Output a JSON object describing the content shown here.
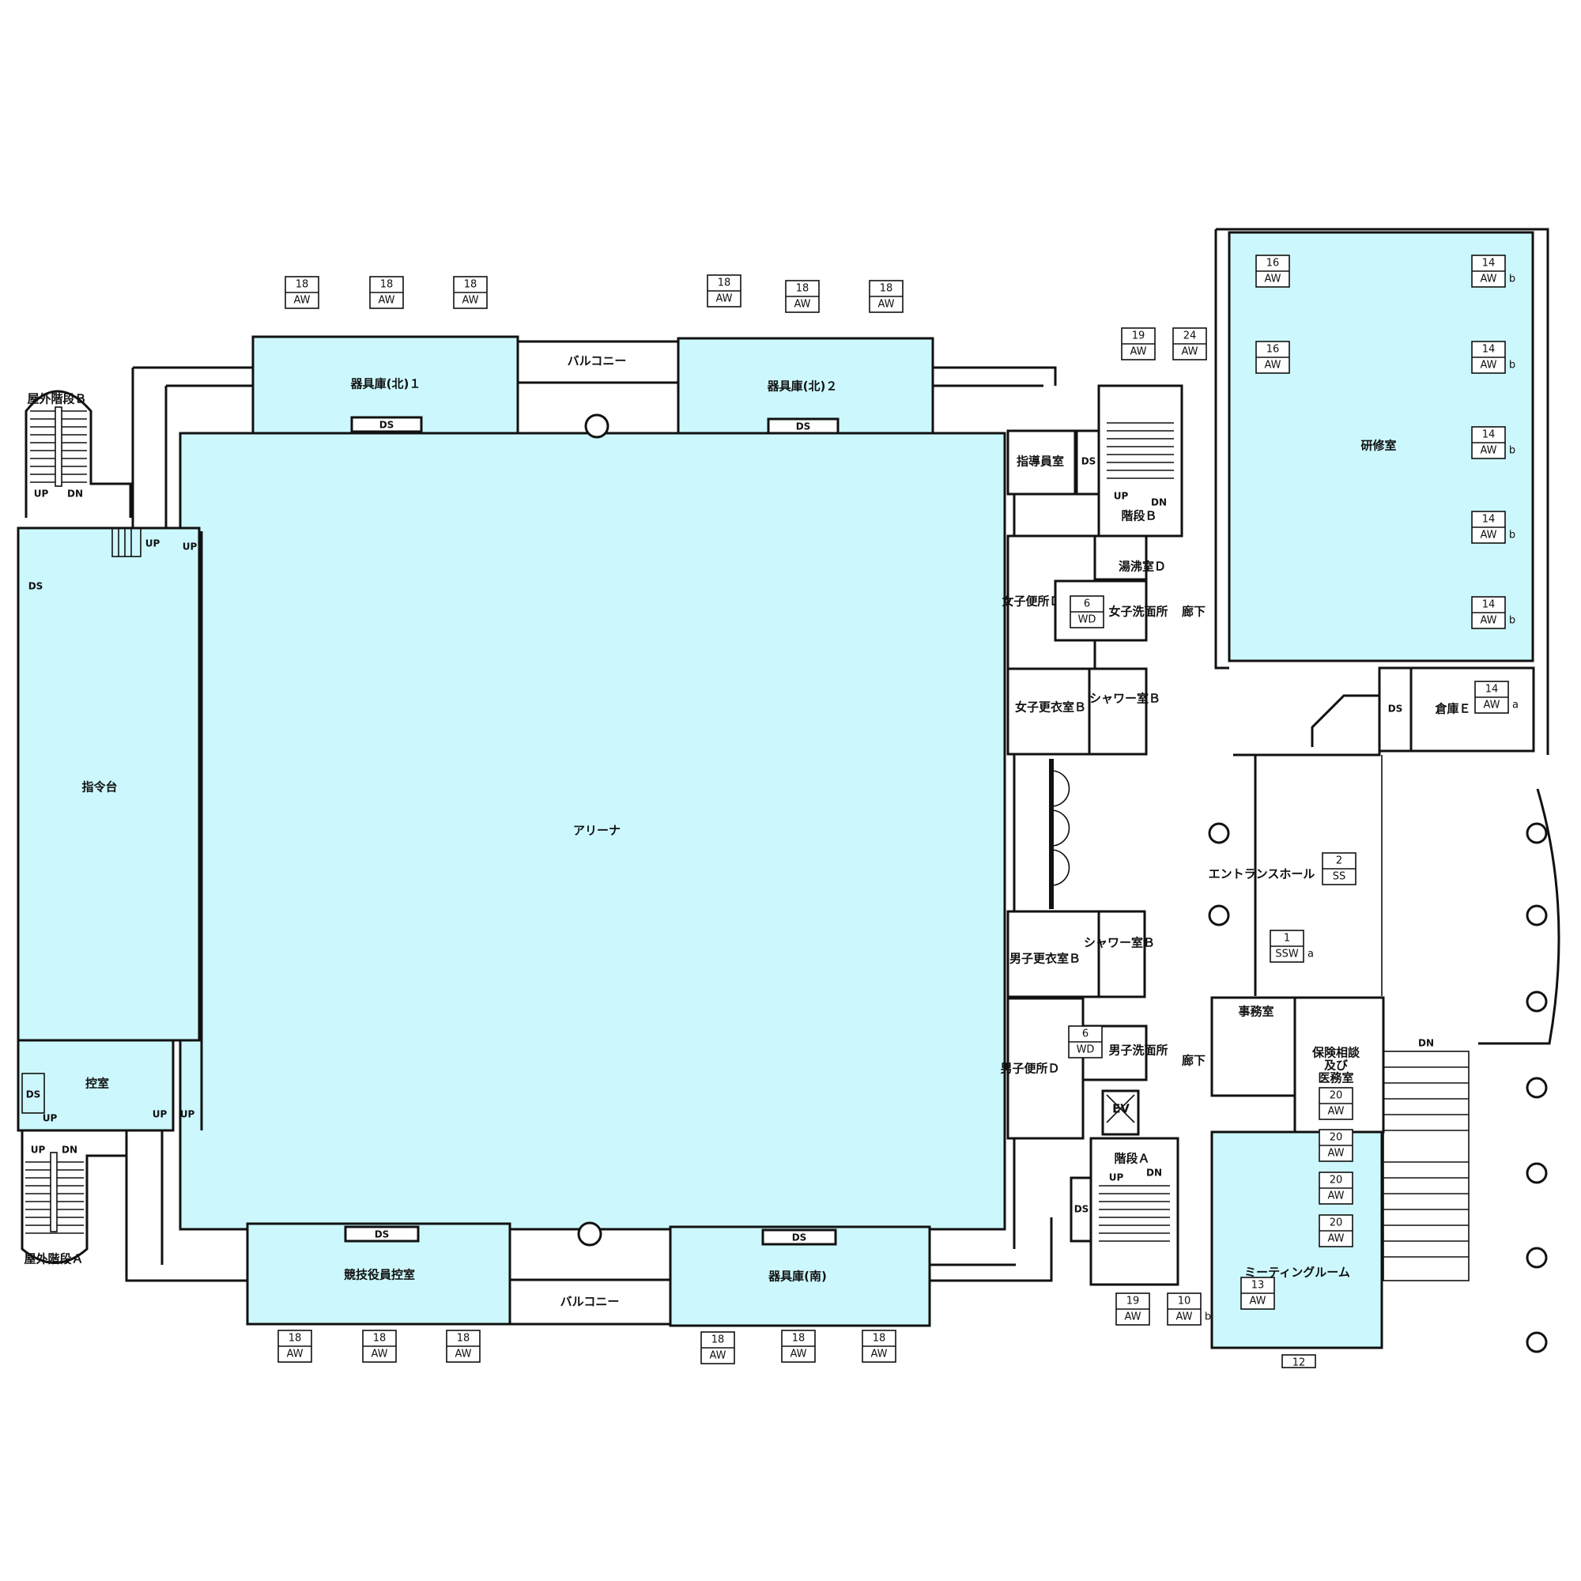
{
  "colors": {
    "room_fill": "#ccf8fd",
    "wall": "#111111",
    "background": "#ffffff"
  },
  "rooms": {
    "arena": "アリーナ",
    "command_stand": "指令台",
    "waiting_room": "控室",
    "equip_north_1": "器具庫(北)１",
    "equip_north_2": "器具庫(北)２",
    "balcony_north": "バルコニー",
    "balcony_south": "バルコニー",
    "officials_room": "競技役員控室",
    "equip_south": "器具庫(南)",
    "training_room": "研修室",
    "instructor_room": "指導員室",
    "stairs_b": "階段Ｂ",
    "kitchenette_d": "湯沸室Ｄ",
    "womens_toilet_d": "女子便所Ｄ",
    "womens_washroom": "女子洗面所",
    "corridor_1": "廊下",
    "womens_locker_b": "女子更衣室Ｂ",
    "shower_b_1": "シャワー室Ｂ",
    "mens_locker_b": "男子更衣室Ｂ",
    "shower_b_2": "シャワー室Ｂ",
    "entrance_hall": "エントランスホール",
    "mens_toilet_d": "男子便所Ｄ",
    "mens_washroom": "男子洗面所",
    "corridor_2": "廊下",
    "office": "事務室",
    "insurance_line1": "保険相談",
    "insurance_line2": "及び",
    "insurance_line3": "医務室",
    "elevator": "EV",
    "stairs_a": "階段Ａ",
    "meeting_room": "ミーティングルーム",
    "storage_e": "倉庫Ｅ",
    "outdoor_stairs_b": "屋外階段Ｂ",
    "outdoor_stairs_a": "屋外階段Ａ"
  },
  "marks": {
    "ds": "DS",
    "up": "UP",
    "dn": "DN"
  },
  "tags": [
    {
      "num": "18",
      "code": "AW",
      "suffix": ""
    },
    {
      "num": "18",
      "code": "AW",
      "suffix": ""
    },
    {
      "num": "18",
      "code": "AW",
      "suffix": ""
    },
    {
      "num": "18",
      "code": "AW",
      "suffix": ""
    },
    {
      "num": "18",
      "code": "AW",
      "suffix": ""
    },
    {
      "num": "18",
      "code": "AW",
      "suffix": ""
    },
    {
      "num": "18",
      "code": "AW",
      "suffix": ""
    },
    {
      "num": "18",
      "code": "AW",
      "suffix": ""
    },
    {
      "num": "18",
      "code": "AW",
      "suffix": ""
    },
    {
      "num": "18",
      "code": "AW",
      "suffix": ""
    },
    {
      "num": "18",
      "code": "AW",
      "suffix": ""
    },
    {
      "num": "18",
      "code": "AW",
      "suffix": ""
    },
    {
      "num": "19",
      "code": "AW",
      "suffix": ""
    },
    {
      "num": "24",
      "code": "AW",
      "suffix": ""
    },
    {
      "num": "16",
      "code": "AW",
      "suffix": ""
    },
    {
      "num": "16",
      "code": "AW",
      "suffix": ""
    },
    {
      "num": "14",
      "code": "AW",
      "suffix": "b"
    },
    {
      "num": "14",
      "code": "AW",
      "suffix": "b"
    },
    {
      "num": "14",
      "code": "AW",
      "suffix": "b"
    },
    {
      "num": "14",
      "code": "AW",
      "suffix": "b"
    },
    {
      "num": "14",
      "code": "AW",
      "suffix": "b"
    },
    {
      "num": "14",
      "code": "AW",
      "suffix": "a"
    },
    {
      "num": "2",
      "code": "SS",
      "suffix": ""
    },
    {
      "num": "1",
      "code": "SSW",
      "suffix": "a"
    },
    {
      "num": "20",
      "code": "AW",
      "suffix": ""
    },
    {
      "num": "20",
      "code": "AW",
      "suffix": ""
    },
    {
      "num": "20",
      "code": "AW",
      "suffix": ""
    },
    {
      "num": "20",
      "code": "AW",
      "suffix": ""
    },
    {
      "num": "13",
      "code": "AW",
      "suffix": ""
    },
    {
      "num": "19",
      "code": "AW",
      "suffix": ""
    },
    {
      "num": "10",
      "code": "AW",
      "suffix": "b"
    },
    {
      "num": "6",
      "code": "WD",
      "suffix": ""
    },
    {
      "num": "6",
      "code": "WD",
      "suffix": ""
    },
    {
      "num": "12",
      "code": "",
      "suffix": ""
    }
  ]
}
